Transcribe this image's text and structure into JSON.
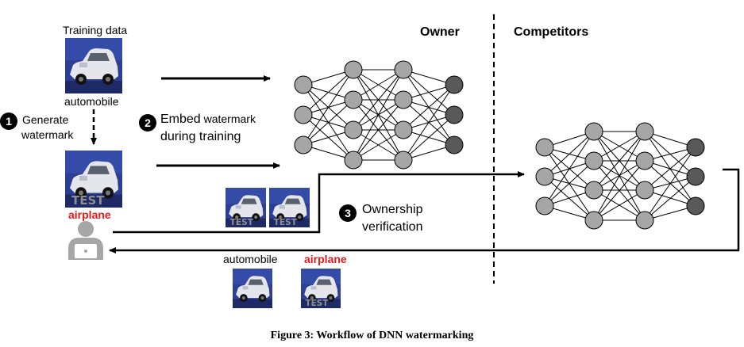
{
  "training_data_label": "Training data",
  "automobile_label": "automobile",
  "step1": {
    "number": "1",
    "line1": "Generate",
    "line2": "watermark"
  },
  "watermark_label": "airplane",
  "step2": {
    "number": "2",
    "line1_prefix": "Embed",
    "line1_suffix": " watermark",
    "line2": "during training"
  },
  "step3": {
    "number": "3",
    "line1": "Ownership",
    "line2": "verification"
  },
  "owner_label": "Owner",
  "competitors_label": "Competitors",
  "output_labels": {
    "clean": "automobile",
    "watermarked": "airplane"
  },
  "trigger_text": "TEST",
  "caption": "Figure 3: Workflow of DNN watermarking",
  "colors": {
    "hidden_node": "#a6a6a6",
    "output_node": "#595959",
    "label_red": "#e3191c",
    "user_icon": "#a6a6a6"
  },
  "icons": [
    "car-image",
    "user-icon",
    "neural-network"
  ]
}
